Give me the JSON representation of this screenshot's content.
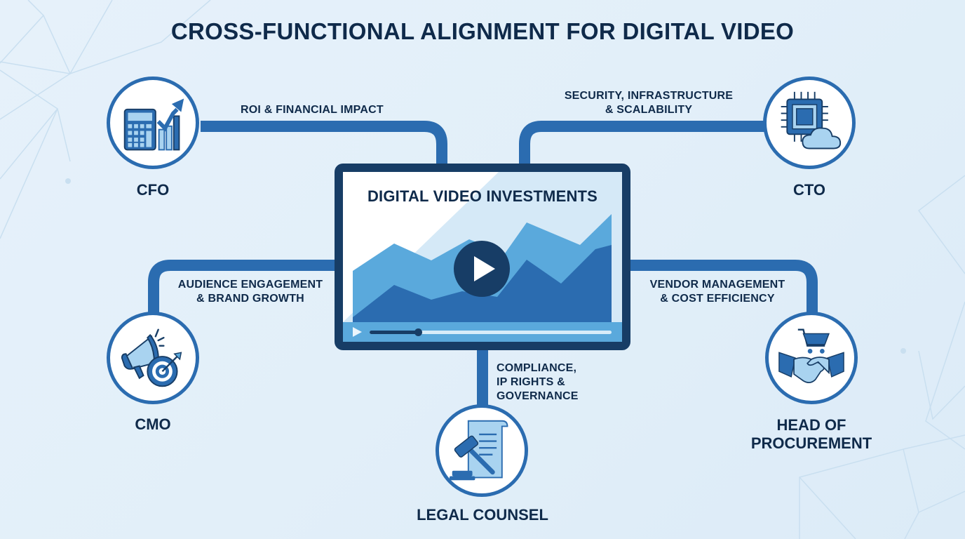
{
  "title": "CROSS-FUNCTIONAL ALIGNMENT FOR DIGITAL VIDEO",
  "colors": {
    "background": "#e3f0fa",
    "primary_blue": "#2b6cb0",
    "dark_navy": "#173d66",
    "light_blue": "#5aa9dc",
    "pale_blue": "#a9d3f0",
    "text": "#0f2a4a"
  },
  "center": {
    "title": "DIGITAL VIDEO INVESTMENTS",
    "icon": "video-player-icon",
    "play_icon": "play-icon",
    "progress_percent": 25
  },
  "nodes": [
    {
      "id": "cfo",
      "role": "CFO",
      "icon": "calculator-growth-chart-icon",
      "connection_label": [
        "ROI & FINANCIAL IMPACT"
      ]
    },
    {
      "id": "cto",
      "role": "CTO",
      "icon": "chip-cloud-icon",
      "connection_label": [
        "SECURITY, INFRASTRUCTURE",
        "& SCALABILITY"
      ]
    },
    {
      "id": "cmo",
      "role": "CMO",
      "icon": "megaphone-target-icon",
      "connection_label": [
        "AUDIENCE ENGAGEMENT",
        "& BRAND GROWTH"
      ]
    },
    {
      "id": "procurement",
      "role_lines": [
        "HEAD OF",
        "PROCUREMENT"
      ],
      "icon": "cart-handshake-icon",
      "connection_label": [
        "VENDOR MANAGEMENT",
        "& COST EFFICIENCY"
      ]
    },
    {
      "id": "legal",
      "role": "LEGAL COUNSEL",
      "icon": "gavel-document-icon",
      "connection_label": [
        "COMPLIANCE,",
        "IP RIGHTS &",
        "GOVERNANCE"
      ]
    }
  ]
}
